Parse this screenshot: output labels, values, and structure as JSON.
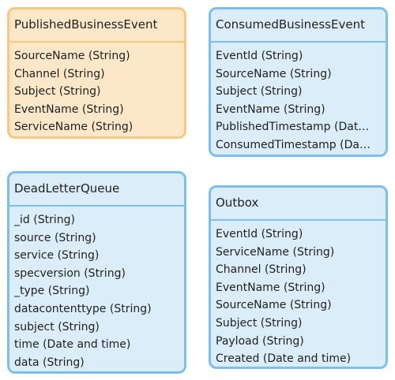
{
  "entities": [
    {
      "name": "PublishedBusinessEvent",
      "fields": [
        "SourceName (String)",
        "Channel (String)",
        "Subject (String)",
        "EventName (String)",
        "ServiceName (String)"
      ]
    },
    {
      "name": "ConsumedBusinessEvent",
      "fields": [
        "EventId (String)",
        "SourceName (String)",
        "Subject (String)",
        "EventName (String)",
        "PublishedTimestamp (Dat…",
        "ConsumedTimestamp (Da…"
      ]
    },
    {
      "name": "DeadLetterQueue",
      "fields": [
        "_id (String)",
        "source (String)",
        "service (String)",
        "specversion (String)",
        "_type (String)",
        "datacontenttype (String)",
        "subject (String)",
        "time (Date and time)",
        "data (String)"
      ]
    },
    {
      "name": "Outbox",
      "fields": [
        "EventId (String)",
        "ServiceName (String)",
        "Channel (String)",
        "EventName (String)",
        "SourceName (String)",
        "Subject (String)",
        "Payload (String)",
        "Created (Date and time)"
      ]
    }
  ],
  "colors": {
    "published_fill": "#fde7c9",
    "published_border": "#f8c883",
    "entity_fill": "#dcedfa",
    "entity_border": "#7cc0ea"
  }
}
